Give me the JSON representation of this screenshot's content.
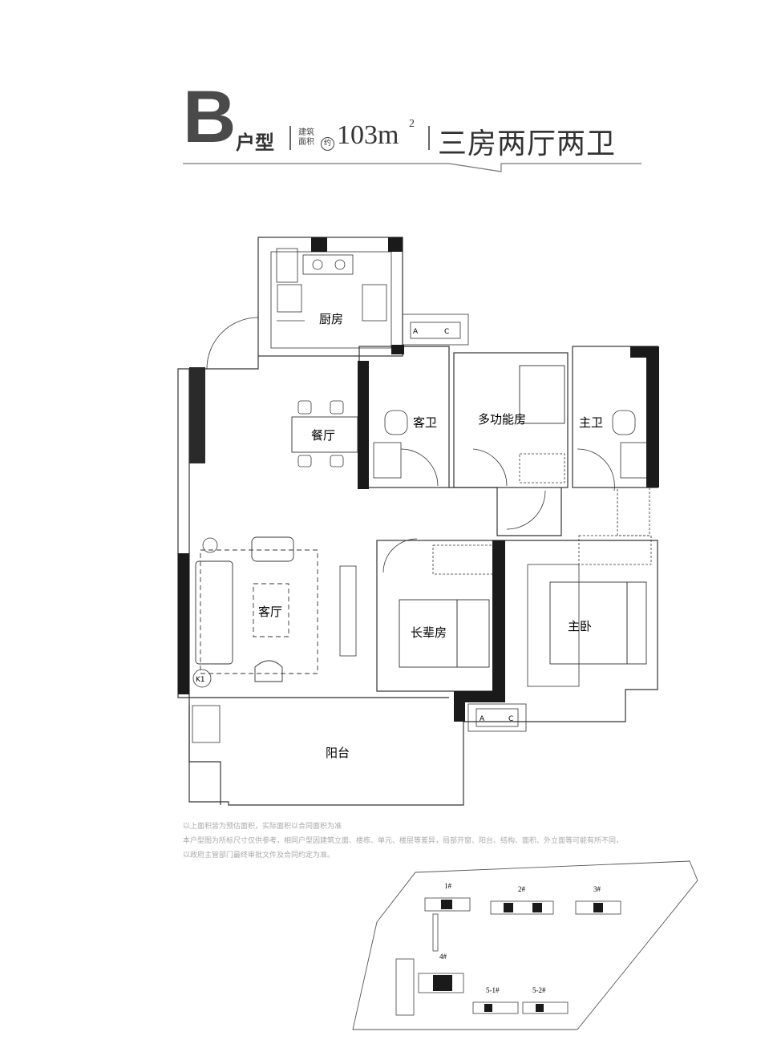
{
  "header": {
    "type_letter": "B",
    "type_label": "户型",
    "area_label_line1": "建筑",
    "area_label_line2": "面积",
    "approx": "约",
    "area_value": "103m",
    "area_superscript": "2",
    "layout": "三房两厅两卫"
  },
  "rooms": {
    "kitchen": "厨房",
    "guest_bath": "客卫",
    "multi_room": "多功能房",
    "master_bath": "主卫",
    "dining": "餐厅",
    "living": "客厅",
    "elder_room": "长辈房",
    "master_bed": "主卧",
    "balcony": "阳台",
    "ac_mark_a": "A",
    "ac_mark_c": "C",
    "k_label": "K1"
  },
  "notes": {
    "line1": "以上面积皆为预估面积，实际面积以合同面积为准",
    "line2": "本户型图为所标尺寸仅供参考，相同户型因建筑立面、楼栋、单元、楼层等差异，局部开窗、阳台、结构、面积、外立面等可能有所不同，",
    "line3": "以政府主管部门最终审批文件及合同约定为准。"
  },
  "site_plan": {
    "buildings": [
      "1#",
      "2#",
      "3#",
      "4#",
      "5-1#",
      "5-2#"
    ]
  },
  "colors": {
    "wall": "#1a1a1a",
    "line": "#333333",
    "accent_text": "#4a4a4a"
  }
}
